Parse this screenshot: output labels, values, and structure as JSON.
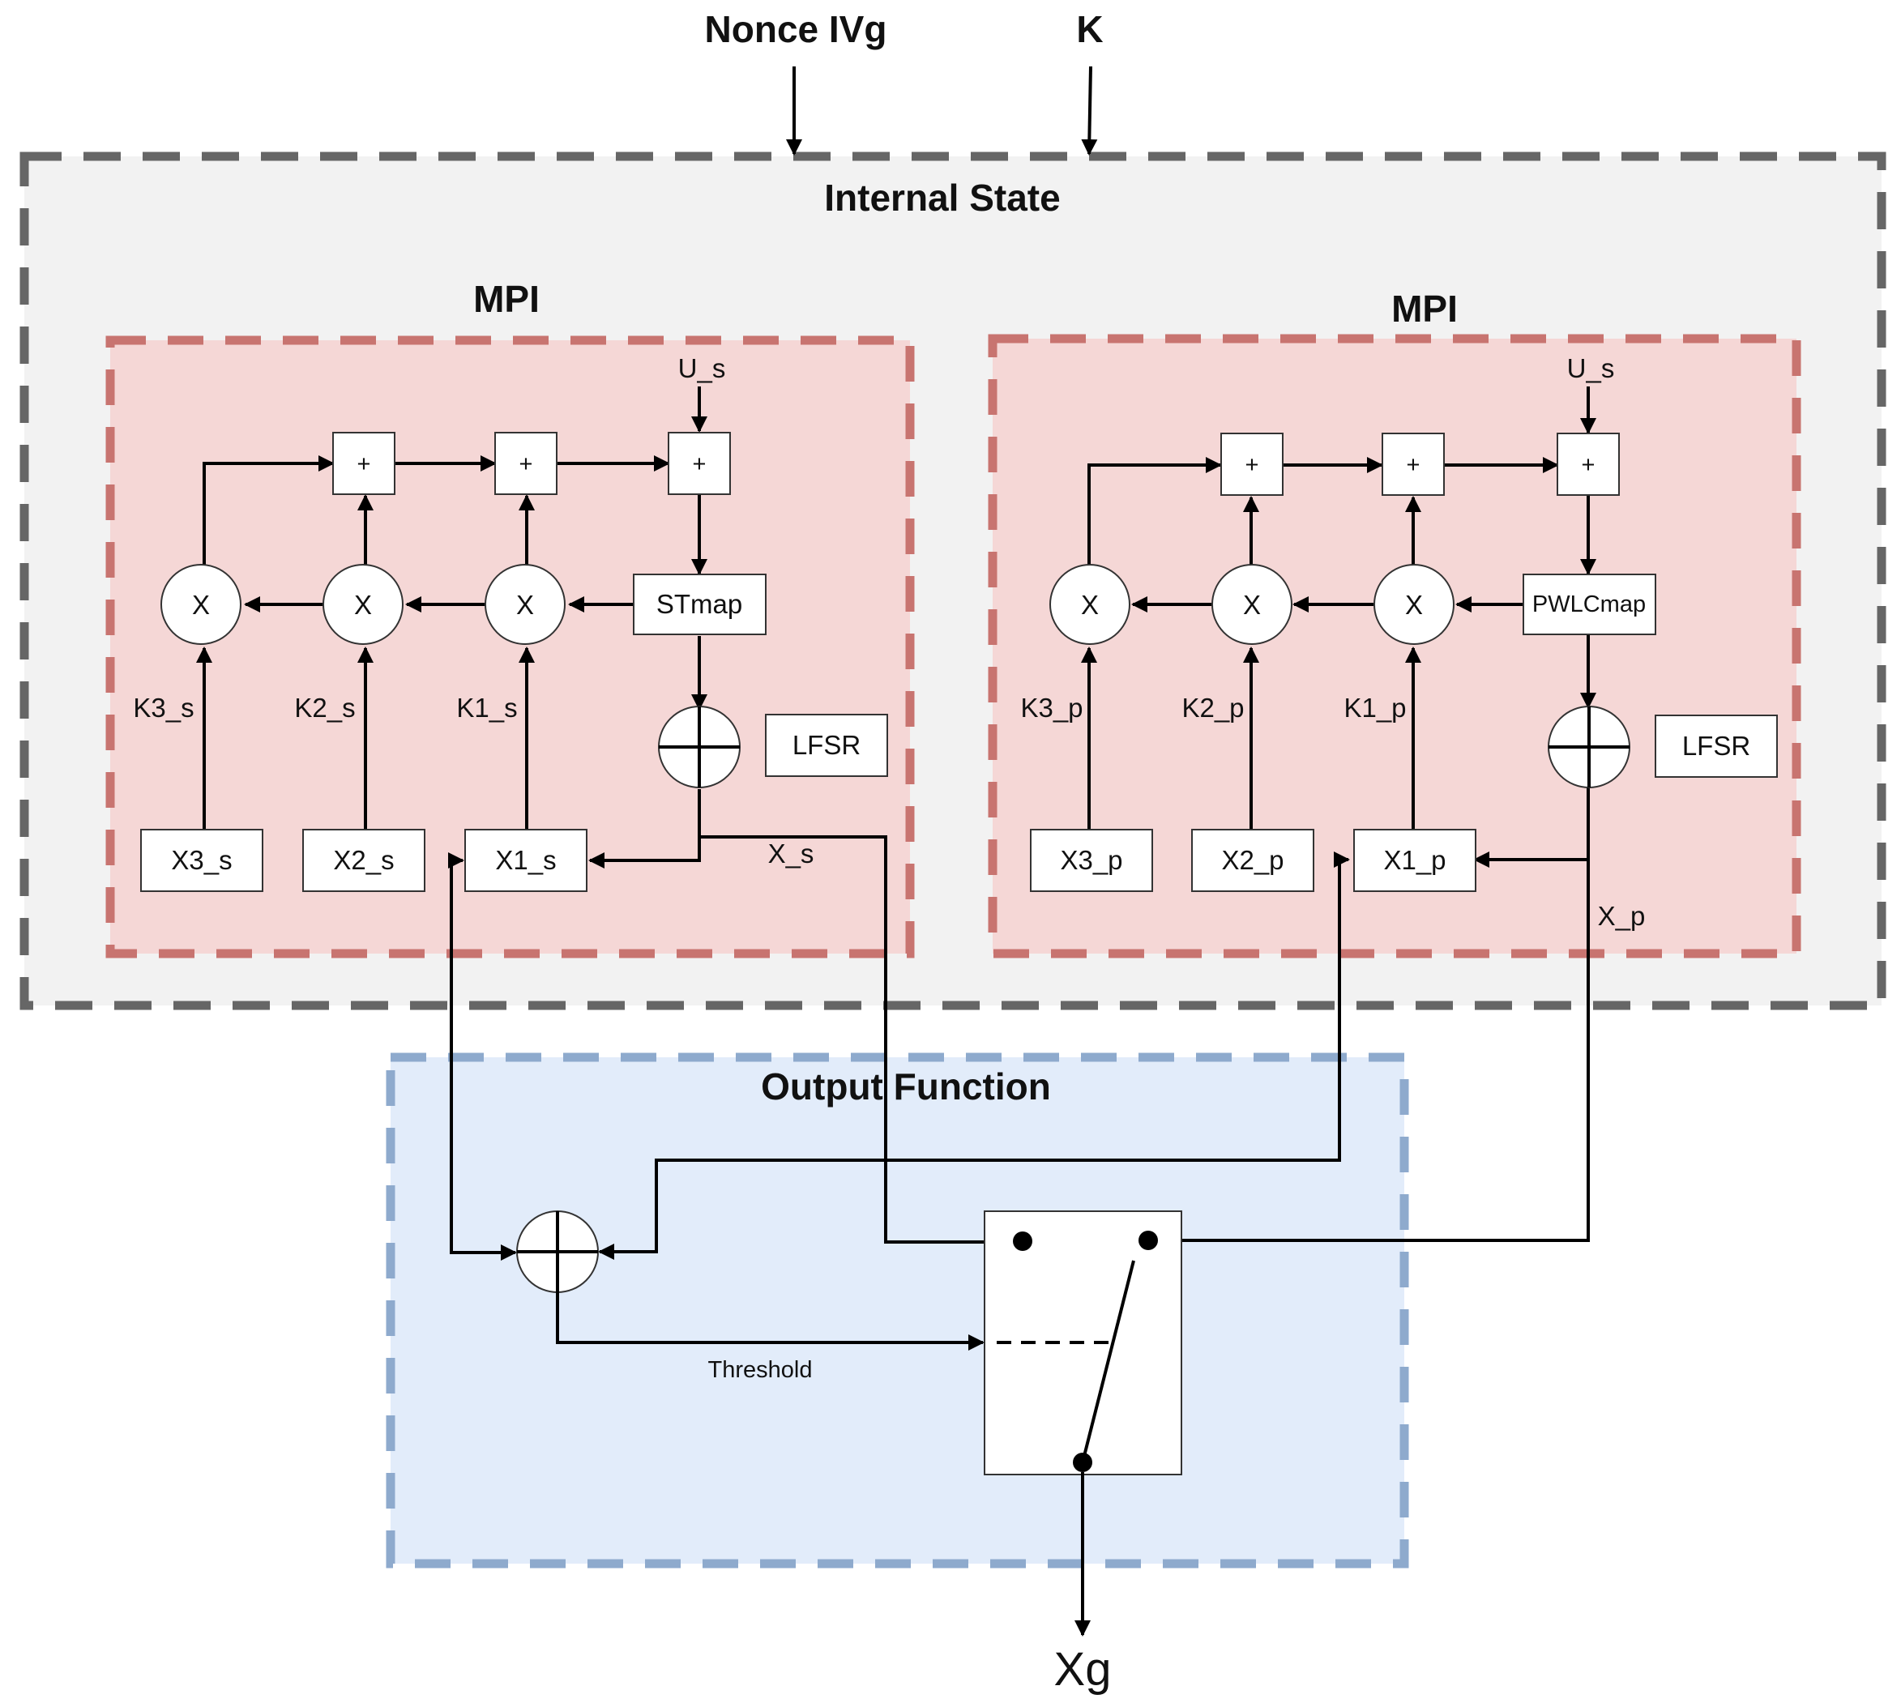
{
  "inputs": {
    "nonce": "Nonce IVg",
    "key": "K"
  },
  "output": {
    "label": "Xg"
  },
  "containers": {
    "internal_state": "Internal State",
    "mpi_left": "MPI",
    "mpi_right": "MPI",
    "output_function": "Output Function"
  },
  "mpi_left": {
    "input": "U_s",
    "adders": [
      "+",
      "+",
      "+"
    ],
    "map": "STmap",
    "multipliers": [
      "X",
      "X",
      "X"
    ],
    "keys": [
      "K3_s",
      "K2_s",
      "K1_s"
    ],
    "registers": [
      "X3_s",
      "X2_s",
      "X1_s"
    ],
    "lfsr": "LFSR",
    "out": "X_s"
  },
  "mpi_right": {
    "input": "U_s",
    "adders": [
      "+",
      "+",
      "+"
    ],
    "map": "PWLCmap",
    "multipliers": [
      "X",
      "X",
      "X"
    ],
    "keys": [
      "K3_p",
      "K2_p",
      "K1_p"
    ],
    "registers": [
      "X3_p",
      "X2_p",
      "X1_p"
    ],
    "lfsr": "LFSR",
    "out": "X_p"
  },
  "output_function": {
    "threshold": "Threshold"
  },
  "colors": {
    "internal_fill": "#f2f2f2",
    "internal_border": "#666666",
    "mpi_fill": "#f5d7d6",
    "mpi_border": "#c87470",
    "output_fill": "#e2ecfa",
    "output_border": "#8eaacd"
  }
}
